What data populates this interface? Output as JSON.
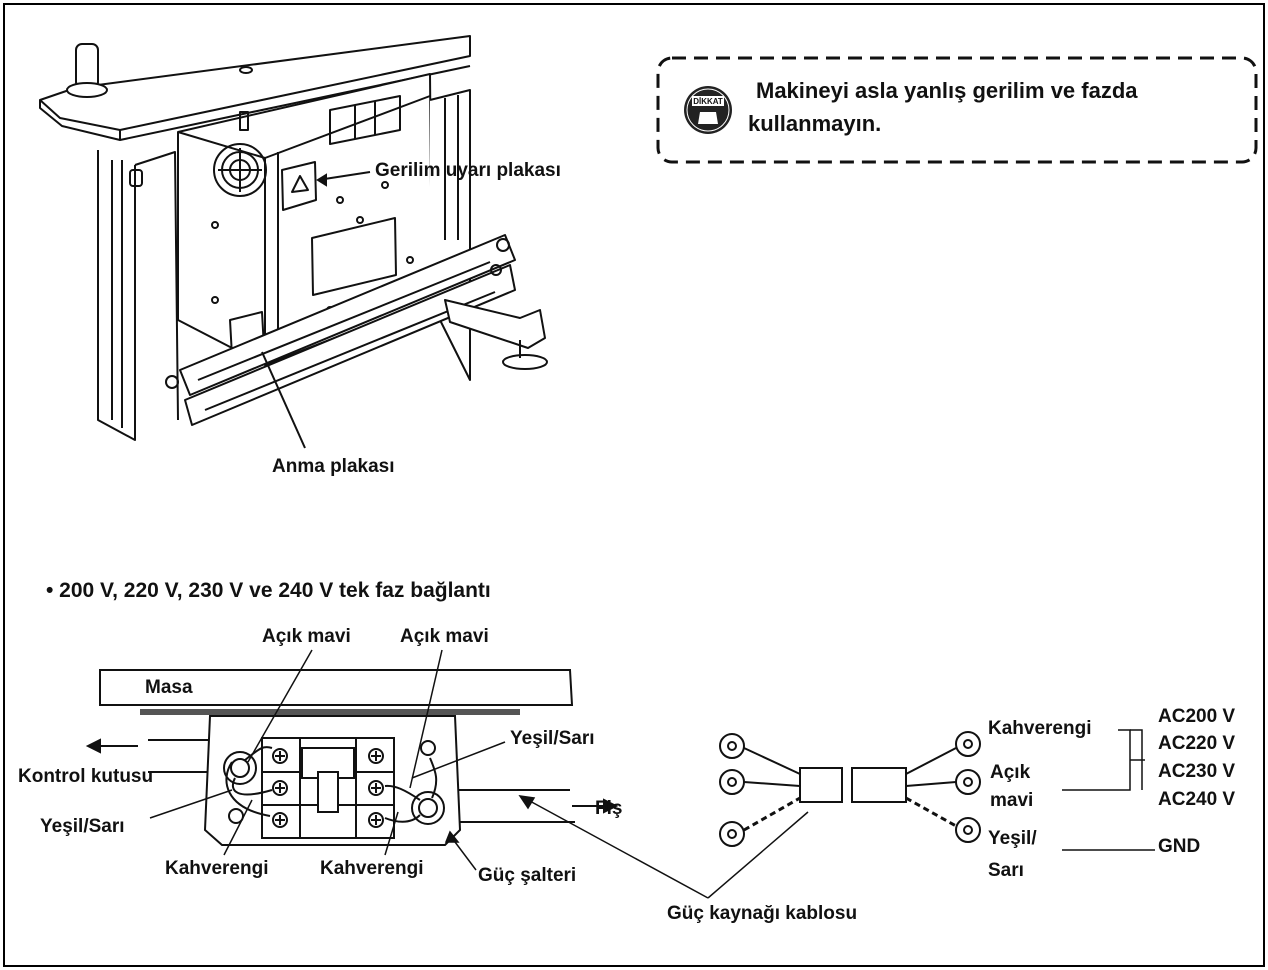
{
  "caution": {
    "icon_text": "DİKKAT",
    "line1": "Makineyi asla yanlış gerilim ve fazda",
    "line2": "kullanmayın."
  },
  "top_labels": {
    "voltage_warning_plate": "Gerilim uyarı plakası",
    "rating_plate": "Anma plakası"
  },
  "section_title": "• 200 V, 220 V, 230 V ve 240 V tek faz bağlantı",
  "switch_labels": {
    "light_blue_left": "Açık mavi",
    "light_blue_right": "Açık mavi",
    "table": "Masa",
    "control_box": "Kontrol kutusu",
    "green_yellow_left": "Yeşil/Sarı",
    "green_yellow_right": "Yeşil/Sarı",
    "brown_left": "Kahverengi",
    "brown_right": "Kahverengi",
    "power_switch": "Güç şalteri",
    "plug": "Fiş",
    "power_cable": "Güç kaynağı kablosu"
  },
  "cable_labels": {
    "brown": "Kahverengi",
    "light_blue_1": "Açık",
    "light_blue_2": "mavi",
    "green_yellow_1": "Yeşil/",
    "green_yellow_2": "Sarı",
    "voltages": [
      "AC200 V",
      "AC220 V",
      "AC230 V",
      "AC240 V"
    ],
    "gnd": "GND"
  }
}
